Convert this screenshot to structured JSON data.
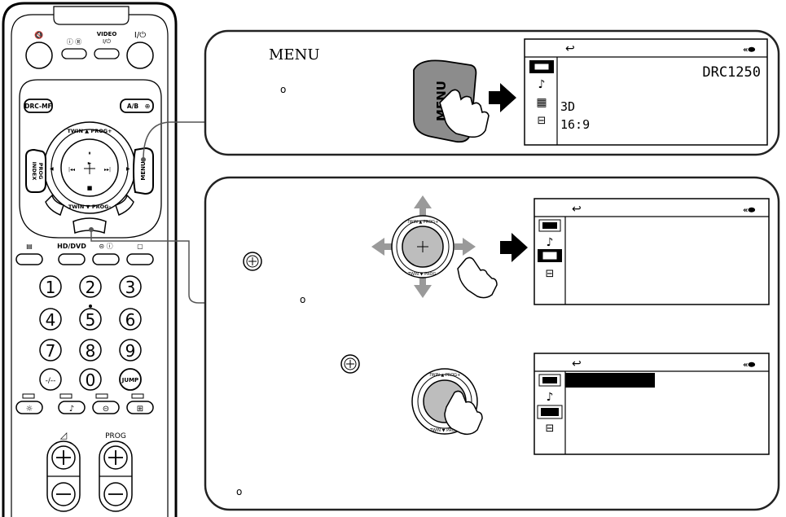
{
  "remote": {
    "top_labels": {
      "info": "ⓘ Ⓡ",
      "video": "VIDEO",
      "video_power": "I/⏻",
      "power": "I/⏻"
    },
    "buttons": {
      "drc_mf": "DRC-MF",
      "ab": "A/B",
      "menu": "MENU",
      "prog_index_line1": "PROG",
      "prog_index_line2": "INDEX",
      "twin_top": "TWIN ▲ PROG+",
      "twin_bottom": "TWIN ▼ PROG-",
      "hd_dvd": "HD/DVD",
      "digits": [
        "1",
        "2",
        "3",
        "4",
        "5",
        "6",
        "7",
        "8",
        "9"
      ],
      "dash": "-/--",
      "zero": "0",
      "jump": "JUMP",
      "prog": "PROG"
    }
  },
  "step1": {
    "heading": "MENU",
    "finger_button": "MENU",
    "screen": {
      "line1": "DRC1250",
      "line2": "3D",
      "line3": "16:9"
    }
  },
  "colors": {
    "outline": "#000000",
    "remote_body": "#ffffff",
    "gray_arrow": "#9a9a9a",
    "menu_button": "#8c8c8c",
    "panel_border": "#222222"
  }
}
